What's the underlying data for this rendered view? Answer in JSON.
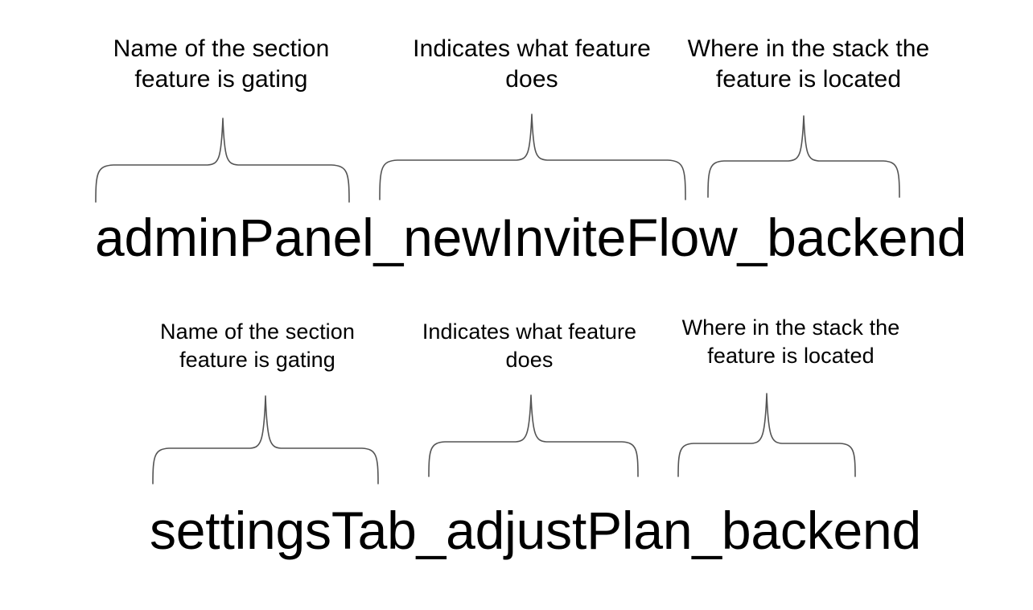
{
  "meta": {
    "background_color": "#ffffff",
    "text_color": "#000000",
    "brace_color": "#545454"
  },
  "diagram": {
    "type": "annotated-naming-convention",
    "rows": [
      {
        "id": "row-1",
        "flag_name": "adminPanel_newInviteFlow_backend",
        "segments": [
          {
            "token": "adminPanel",
            "caption": "Name of the section\nfeature is gating",
            "caption_line_1": "Name of the section",
            "caption_line_2": "feature is gating"
          },
          {
            "token": "newInviteFlow",
            "caption": "Indicates what feature\ndoes",
            "caption_line_1": "Indicates what feature",
            "caption_line_2": "does"
          },
          {
            "token": "backend",
            "caption": "Where in the stack the\nfeature is located",
            "caption_line_1": "Where in the stack the",
            "caption_line_2": "feature is located"
          }
        ]
      },
      {
        "id": "row-2",
        "flag_name": "settingsTab_adjustPlan_backend",
        "segments": [
          {
            "token": "settingsTab",
            "caption": "Name of the section\nfeature is gating",
            "caption_line_1": "Name of the section",
            "caption_line_2": "feature is gating"
          },
          {
            "token": "adjustPlan",
            "caption": "Indicates what feature\ndoes",
            "caption_line_1": "Indicates what feature",
            "caption_line_2": "does"
          },
          {
            "token": "backend",
            "caption": "Where in the stack the\nfeature is located",
            "caption_line_1": "Where in the stack the",
            "caption_line_2": "feature is located"
          }
        ]
      }
    ]
  }
}
